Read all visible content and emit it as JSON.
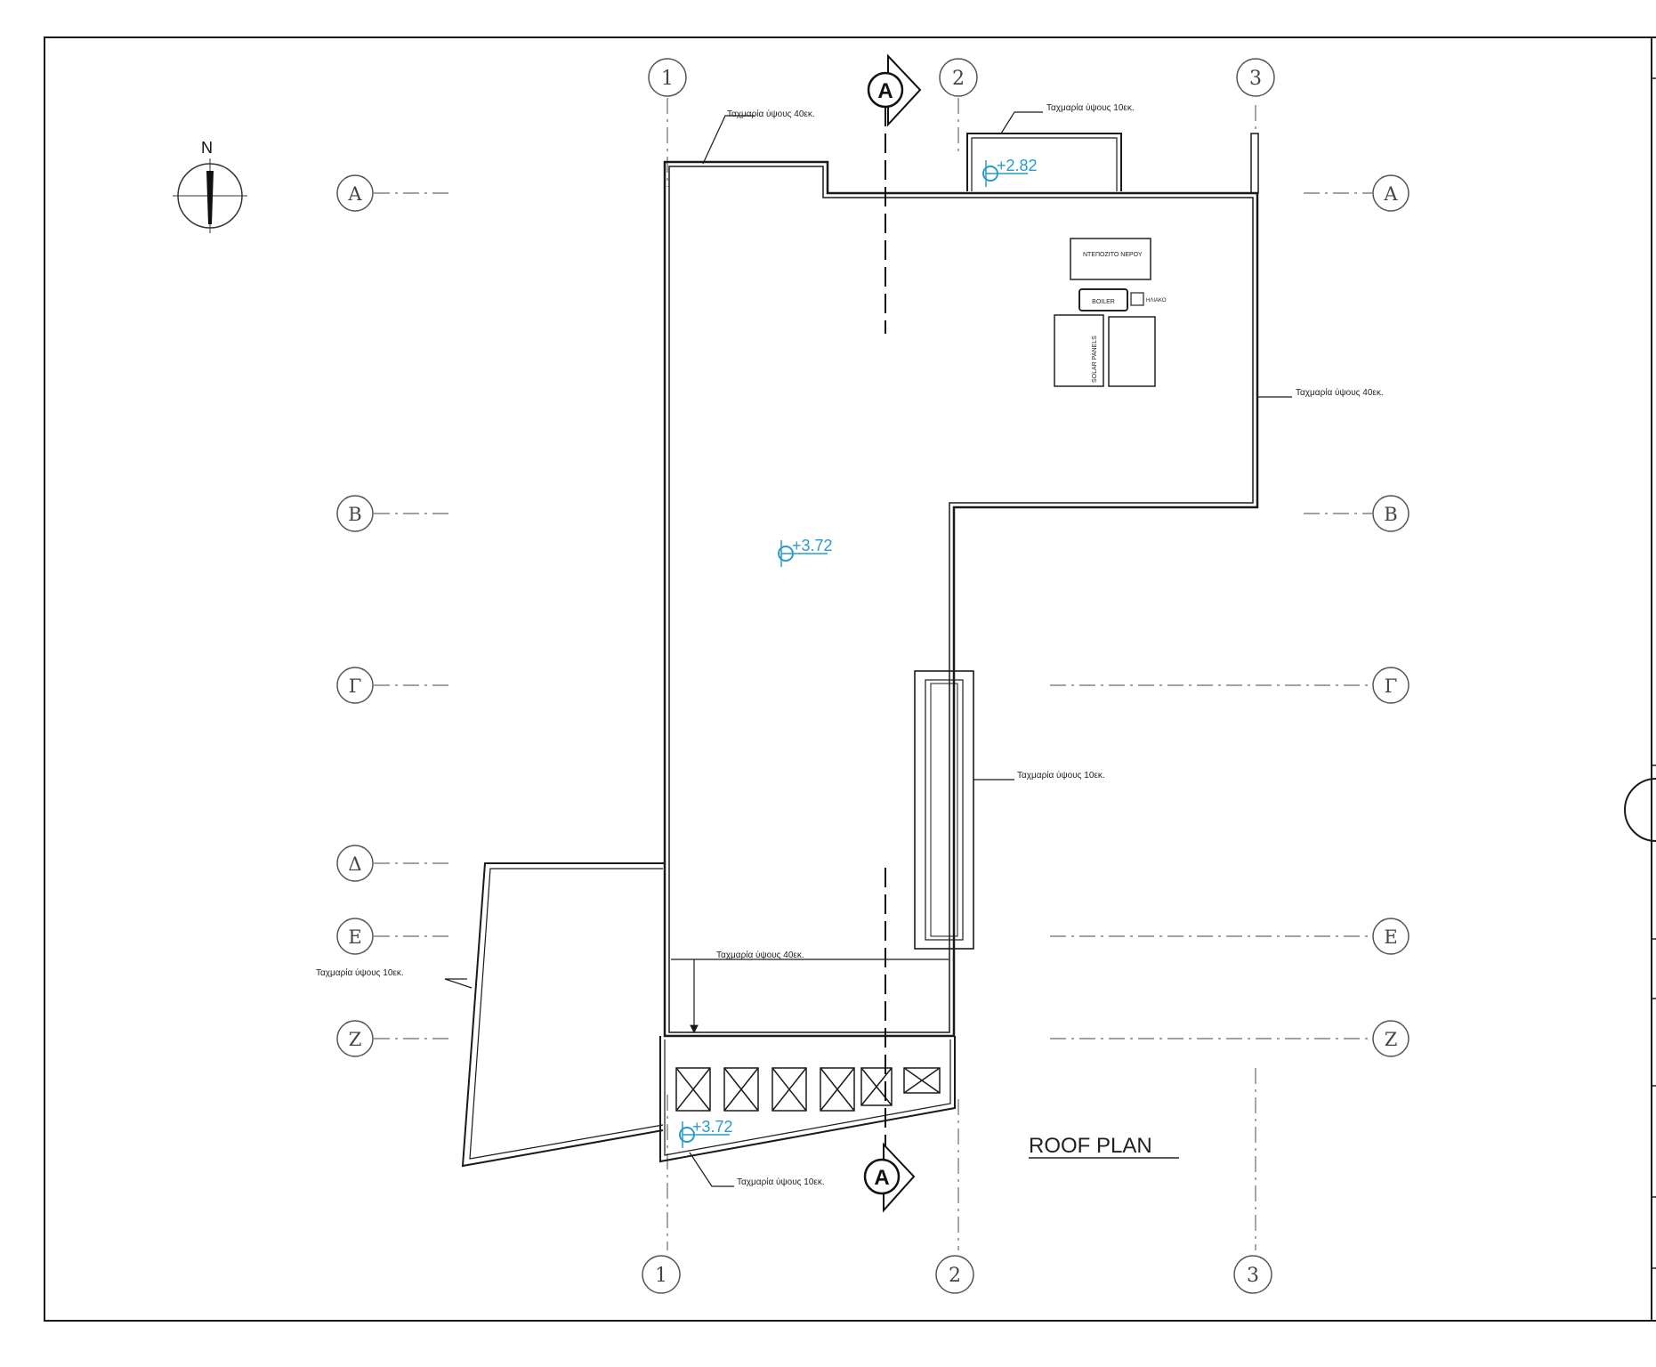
{
  "drawing": {
    "title": "ROOF PLAN",
    "north_label": "N",
    "section_marker": "A",
    "grid_columns": [
      "1",
      "2",
      "3"
    ],
    "grid_rows": [
      "A",
      "B",
      "Γ",
      "Δ",
      "E",
      "Z"
    ],
    "elevations": [
      "+2.82",
      "+3.72",
      "+3.72"
    ],
    "parapet_notes": {
      "top_left": "Ταχμαρία ύψους 40εκ.",
      "top_center": "Ταχμαρία ύψους 10εκ.",
      "right_upper": "Ταχμαρία ύψους 40εκ.",
      "right_middle": "Ταχμαρία ύψους 10εκ.",
      "bottom_inner": "Ταχμαρία ύψους 40εκ.",
      "left_lower": "Ταχμαρία ύψους 10εκ.",
      "bottom_center": "Ταχμαρία ύψους 10εκ."
    },
    "equipment": {
      "water_tank": "ΝΤΕΠΟΖΙΤΟ ΝΕΡΟΥ",
      "boiler": "BOILER",
      "small_unit": "ΗΛΙΑΚΟ",
      "solar_panels": "SOLAR PANELS"
    },
    "colors": {
      "line": "#1a1a1a",
      "elevation": "#2a9bc9",
      "grid": "#6b6b6b"
    }
  }
}
